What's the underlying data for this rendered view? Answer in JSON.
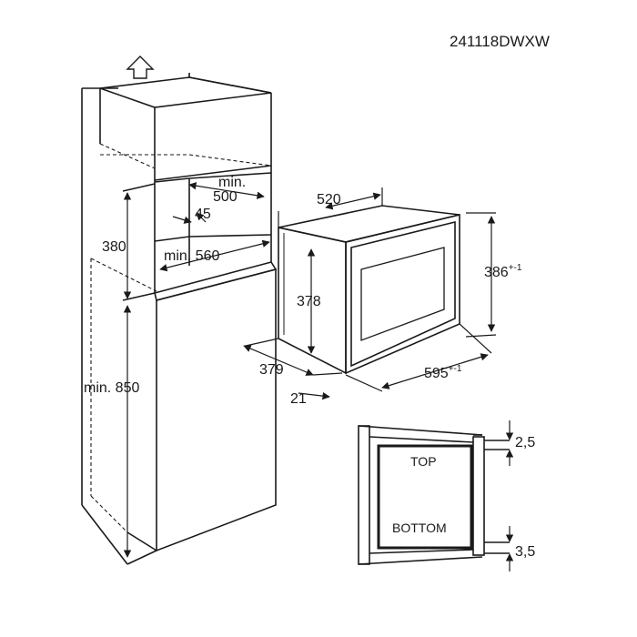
{
  "drawing_code": "241118DWXW",
  "labels": {
    "min_500_a": "min.",
    "min_500_b": "500",
    "d45": "45",
    "d380": "380",
    "min_560": "min. 560",
    "min_850": "min. 850",
    "d520": "520",
    "d378": "378",
    "d386": "386",
    "d386_tol": "+-1",
    "d379": "379",
    "d21": "21",
    "d595": "595",
    "d595_tol": "+-1",
    "top": "TOP",
    "bottom": "BOTTOM",
    "d2_5": "2,5",
    "d3_5": "3,5"
  }
}
